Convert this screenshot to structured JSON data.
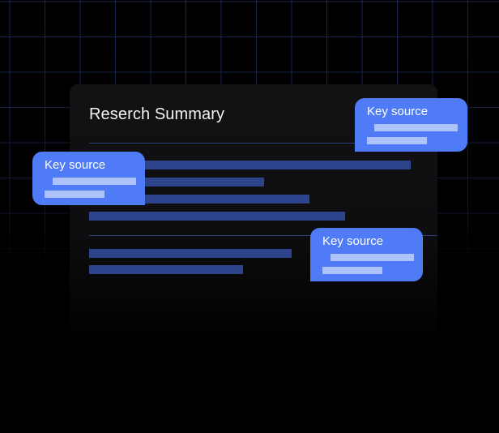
{
  "card": {
    "title": "Reserch Summary"
  },
  "sources": [
    {
      "label": "Key source"
    },
    {
      "label": "Key source"
    },
    {
      "label": "Key source"
    }
  ],
  "colors": {
    "background": "#000000",
    "grid_line": "#1b2550",
    "card": "#121214",
    "text_placeholder": "#2d448c",
    "bubble": "#4f7cf6",
    "bubble_placeholder": "#aec3fb"
  }
}
